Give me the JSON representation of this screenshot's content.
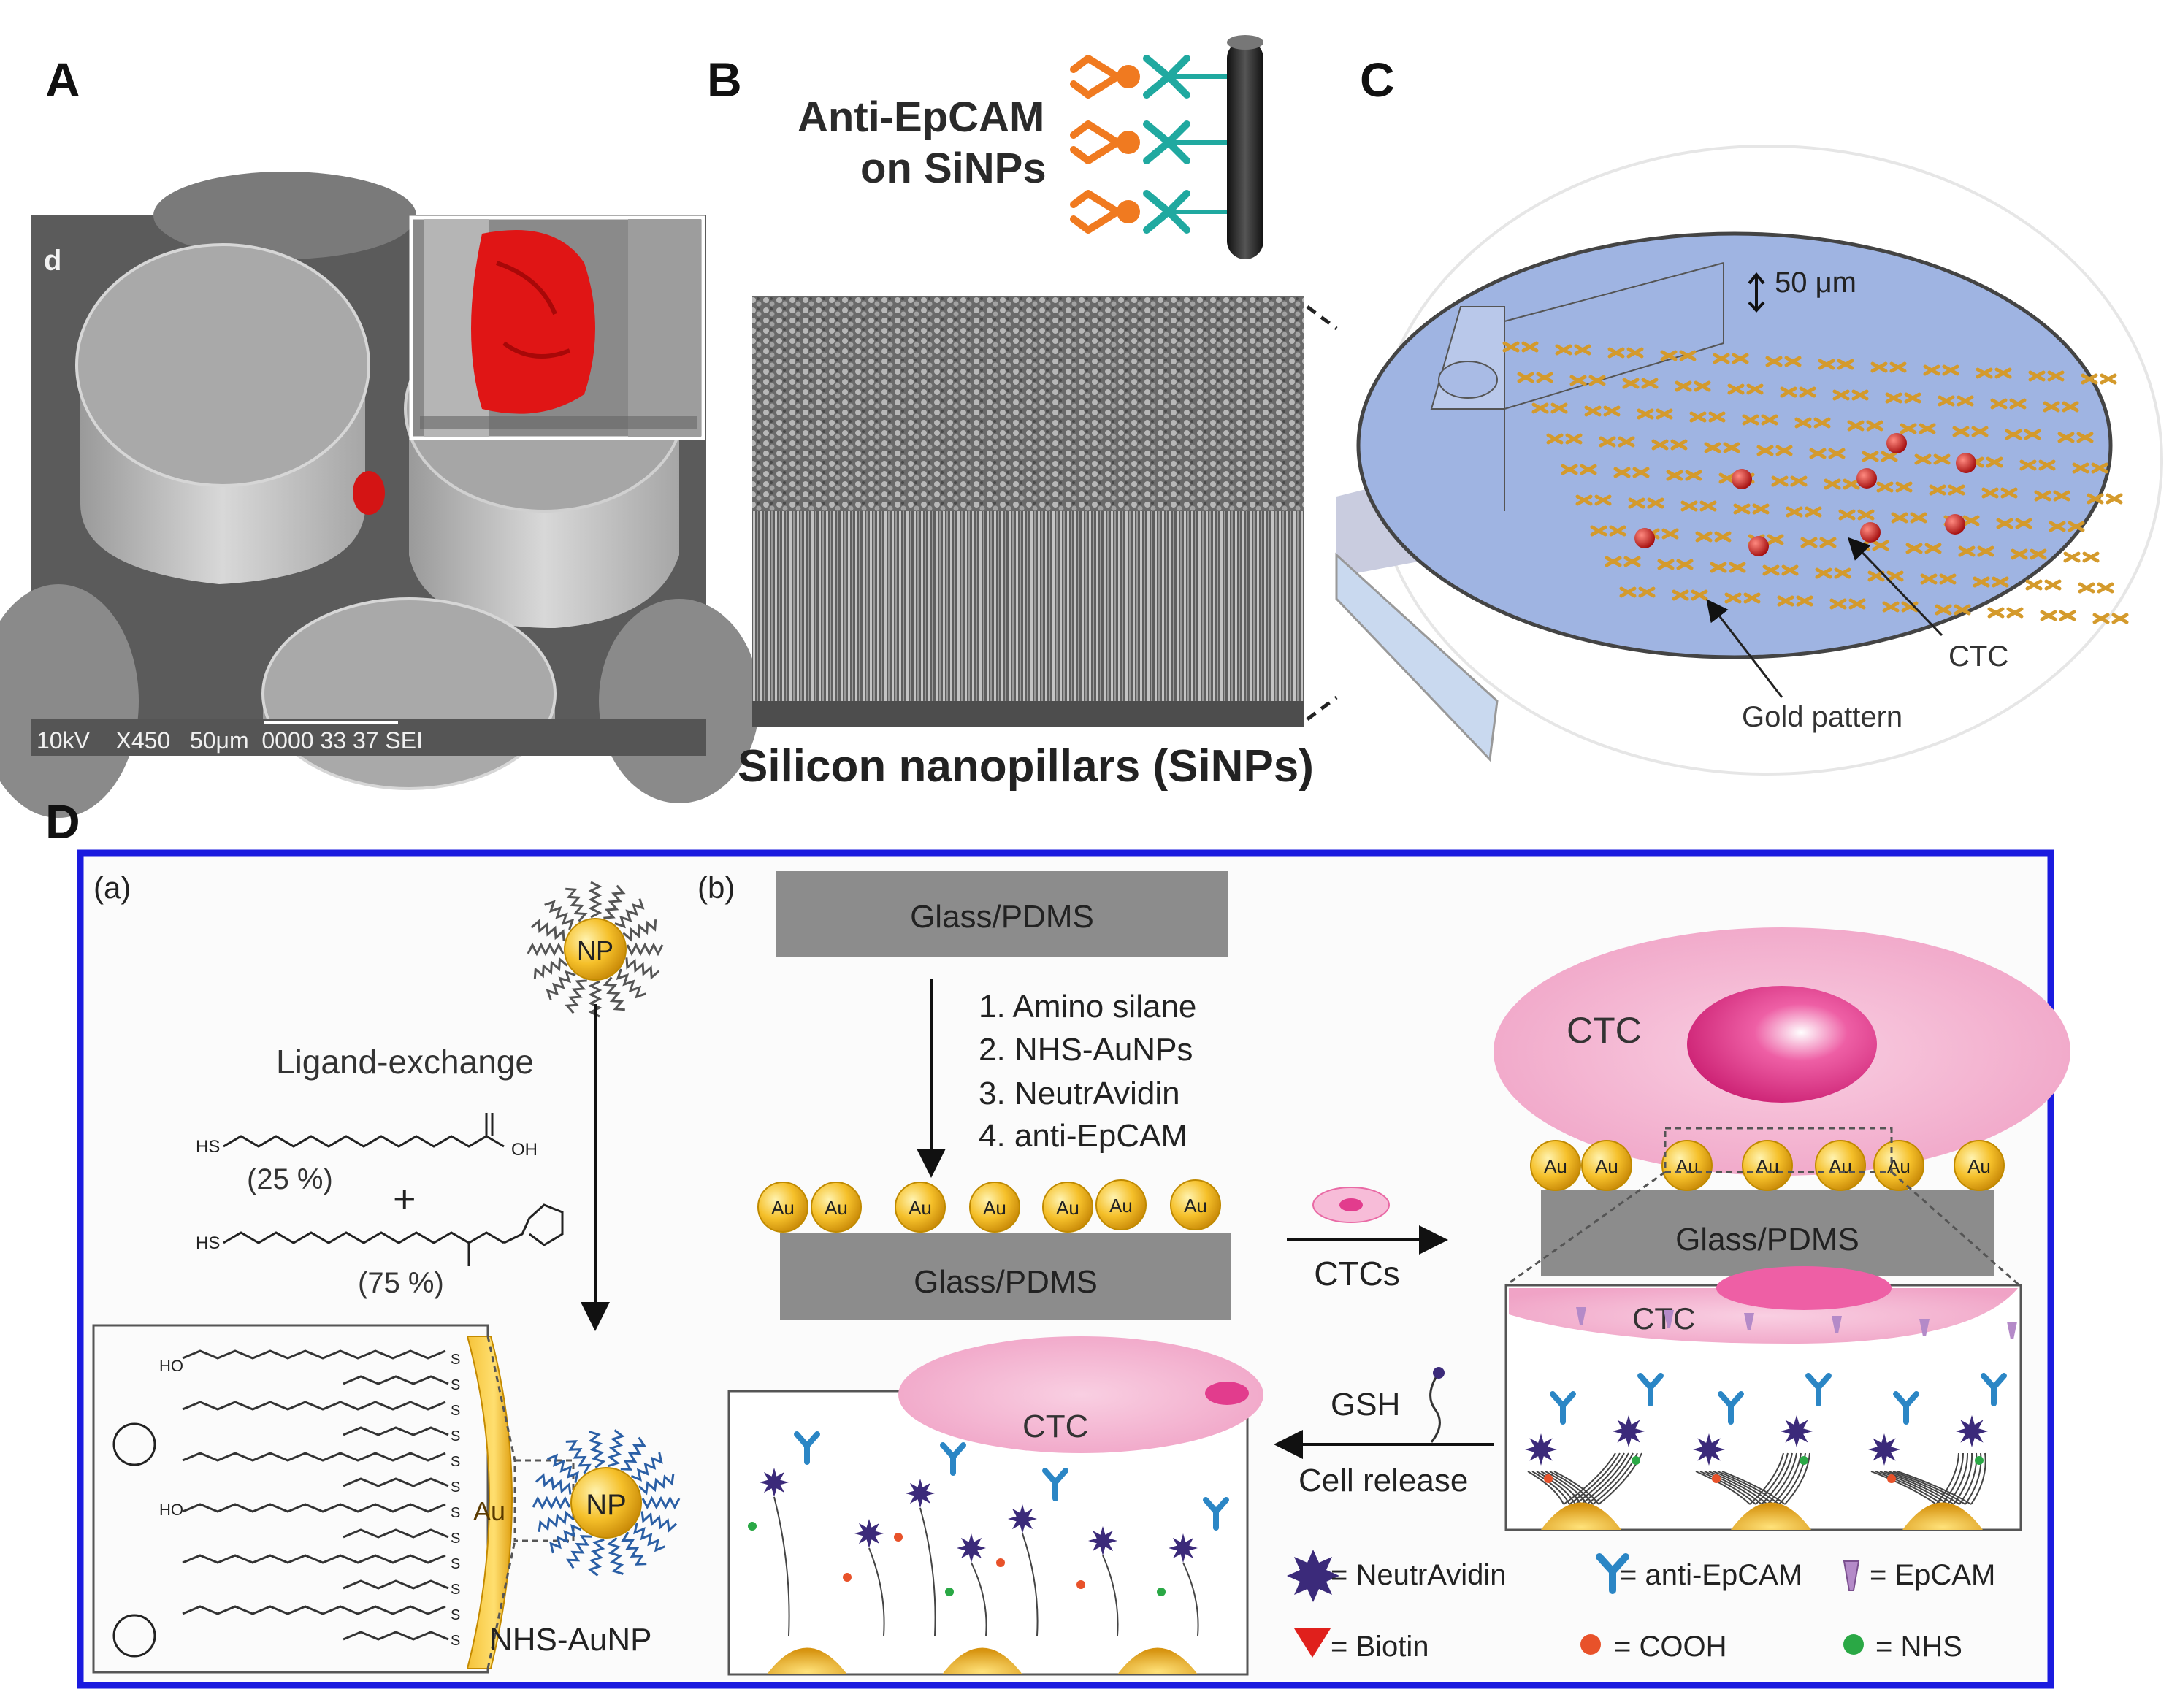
{
  "panels": {
    "A": {
      "letter": "A",
      "sub_letter": "d",
      "sem_bar": "10kV    X450   50μm  0000 33 37 SEI"
    },
    "B": {
      "letter": "B",
      "title_line1": "Anti-EpCAM",
      "title_line2": "on SiNPs",
      "caption": "Silicon nanopillars (SiNPs)"
    },
    "C": {
      "letter": "C",
      "depth": "50 μm",
      "ctc": "CTC",
      "gold": "Gold pattern"
    },
    "D": {
      "letter": "D",
      "a": {
        "tag": "(a)",
        "np": "NP",
        "ligand": "Ligand-exchange",
        "hs1": "HS",
        "oh": "OH",
        "pct25": "(25 %)",
        "plus": "+",
        "hs2": "HS",
        "pct75": "(75 %)",
        "ho1": "HO",
        "ho2": "HO",
        "au": "Au",
        "np2": "NP",
        "nhs_aunp": "NHS-AuNP"
      },
      "b": {
        "tag": "(b)",
        "glass_top": "Glass/PDMS",
        "steps": [
          "1. Amino silane",
          "2. NHS-AuNPs",
          "3. NeutrAvidin",
          "4. anti-EpCAM"
        ],
        "au": "Au",
        "glass_mid": "Glass/PDMS",
        "ctcs": "CTCs",
        "ctc_big": "CTC",
        "glass_right": "Glass/PDMS",
        "ctc_zoom": "CTC",
        "gsh": "GSH",
        "cell_release": "Cell release",
        "ctc_released": "CTC",
        "legend": [
          "= NeutrAvidin",
          "= anti-EpCAM",
          "= EpCAM",
          "= Biotin",
          "= COOH",
          "= NHS"
        ]
      }
    }
  },
  "colors": {
    "frame_blue": "#1a1adf",
    "gold": "#f2b81c",
    "cell_pink": "#f4b7d3",
    "nucleus": "#e23c8d",
    "neutravidin": "#3b2a7a",
    "antibody": "#2b86c5",
    "epcam": "#b48ac8",
    "biotin": "#e0201c",
    "cooh": "#e8522a",
    "nhs": "#2aa845",
    "glass_gray": "#8c8c8c"
  }
}
